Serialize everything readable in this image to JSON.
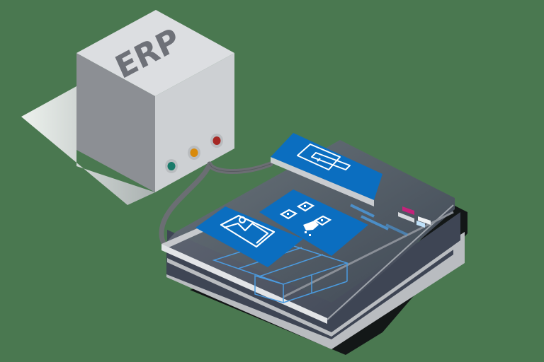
{
  "scene": {
    "title": "ERP to mobile app integration illustration",
    "background": "#4a7850"
  },
  "erp_box": {
    "label": "ERP",
    "colors": {
      "top": "#dcdee1",
      "left": "#8c8f94",
      "right": "#cdd0d3",
      "label": "#6e7178",
      "shadow": "#c8cacd"
    },
    "indicators": [
      {
        "name": "green-indicator",
        "color": "#1a7a6a"
      },
      {
        "name": "orange-indicator",
        "color": "#d88a0c"
      },
      {
        "name": "red-indicator",
        "color": "#a62824"
      }
    ]
  },
  "cable": {
    "color": "#6b6e73"
  },
  "device_stack": {
    "layers": [
      {
        "name": "bottom-layer",
        "color": "#b9bcc0"
      },
      {
        "name": "middle-layer",
        "color": "#3e4554"
      },
      {
        "name": "top-glass-layer",
        "color": "#e2e4e7"
      }
    ],
    "screen_color": "#3a4150",
    "accent_pink": "#c4237a",
    "grid_line_color": "#4b9be0"
  },
  "cards": [
    {
      "name": "edit-card",
      "icon": "pencil-icon",
      "color": "#0b6ec0"
    },
    {
      "name": "image-card",
      "icon": "image-icon",
      "color": "#0b6ec0"
    },
    {
      "name": "qr-card",
      "icon": "qr-code-icon",
      "color": "#0b6ec0"
    }
  ]
}
